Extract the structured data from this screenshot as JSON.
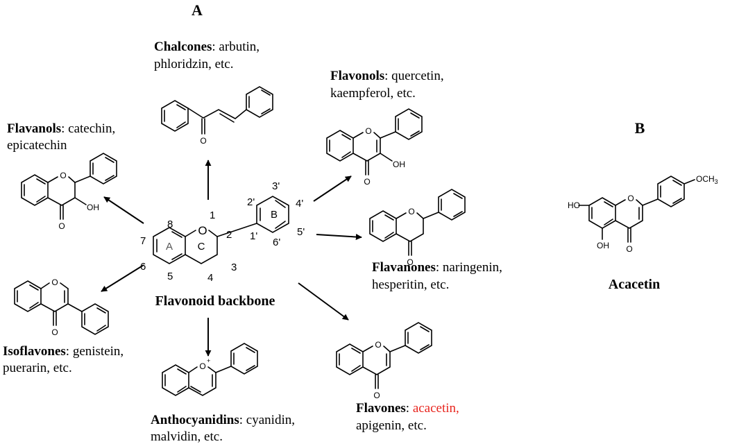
{
  "panels": {
    "a": "A",
    "b": "B"
  },
  "backbone": {
    "title": "Flavonoid backbone",
    "ring_labels": {
      "a": "A",
      "b": "B",
      "c": "C"
    },
    "oxygen": "O",
    "positions": {
      "p1": "1",
      "p2": "2",
      "p3": "3",
      "p4": "4",
      "p5": "5",
      "p6": "6",
      "p7": "7",
      "p8": "8",
      "p1p": "1'",
      "p2p": "2'",
      "p3p": "3'",
      "p4p": "4'",
      "p5p": "5'",
      "p6p": "6'"
    }
  },
  "classes": {
    "chalcones": {
      "name": "Chalcones",
      "rest": ": arbutin,",
      "line2": "phloridzin, etc."
    },
    "flavonols": {
      "name": "Flavonols",
      "rest": ": quercetin,",
      "line2": "kaempferol, etc."
    },
    "flavanols": {
      "name": "Flavanols",
      "rest": ": catechin,",
      "line2": "epicatechin"
    },
    "flavanones": {
      "name": "Flavanones",
      "rest": ": naringenin,",
      "line2": "hesperitin, etc."
    },
    "isoflavones": {
      "name": "Isoflavones",
      "rest": ": genistein,",
      "line2": "puerarin, etc."
    },
    "anthocyanidins": {
      "name": "Anthocyanidins",
      "rest": ": cyanidin,",
      "line2": "malvidin, etc."
    },
    "flavones": {
      "name": "Flavones",
      "sep": ": ",
      "highlight": "acacetin,",
      "line2": "apigenin, etc."
    }
  },
  "atoms": {
    "o": "O",
    "oh": "OH",
    "ho": "HO",
    "och3": "OCH",
    "sub3": "3",
    "oplus": "O",
    "plus": "+"
  },
  "acacetin": {
    "name": "Acacetin"
  },
  "colors": {
    "highlight": "#e8261f",
    "ink": "#000000"
  }
}
